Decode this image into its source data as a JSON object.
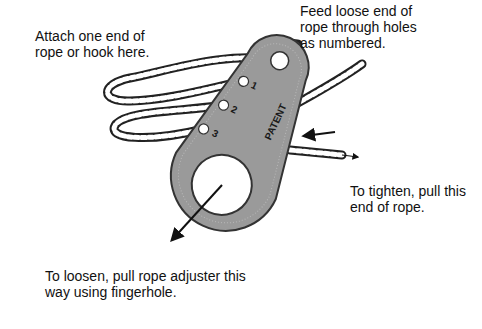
{
  "diagram": {
    "labels": [
      "Attach one end of rope or hook here.",
      "Feed loose end of rope through holes as numbered.",
      "To tighten, pull this end of rope.",
      "To loosen, pull rope adjuster this way using fingerhole.",
      "1",
      "2",
      "3",
      "PATENT"
    ]
  }
}
